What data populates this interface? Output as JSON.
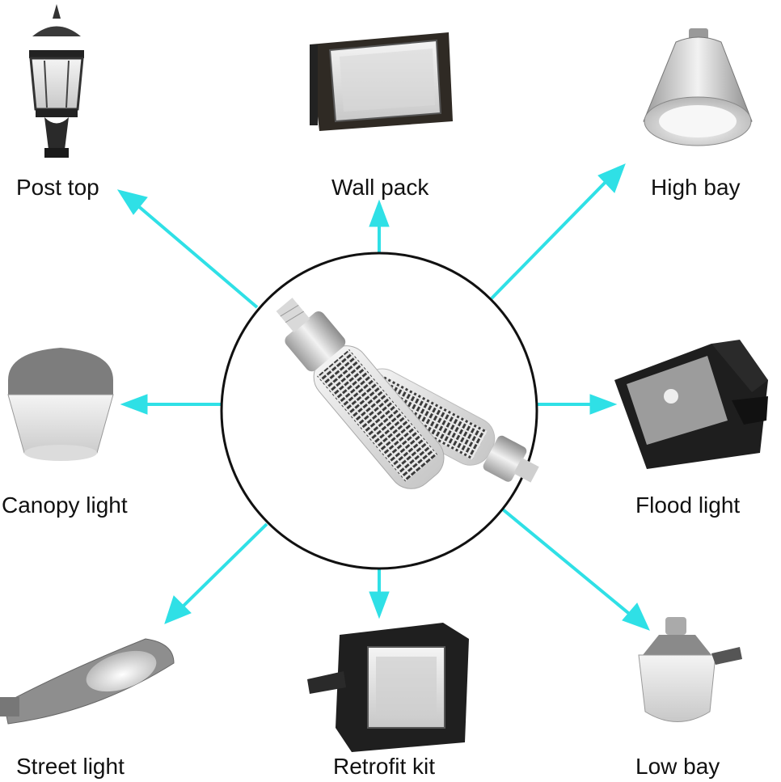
{
  "center": {
    "icon": "led-corn-bulb-pair"
  },
  "arrow_color": "#2fe0e6",
  "fixtures": [
    {
      "label": "Post top",
      "icon": "post-top-lamp"
    },
    {
      "label": "Wall pack",
      "icon": "wall-pack-fixture"
    },
    {
      "label": "High bay",
      "icon": "high-bay-reflector"
    },
    {
      "label": "Canopy light",
      "icon": "canopy-light"
    },
    {
      "label": "Flood light",
      "icon": "flood-light"
    },
    {
      "label": "Street light",
      "icon": "street-light"
    },
    {
      "label": "Retrofit kit",
      "icon": "retrofit-kit"
    },
    {
      "label": "Low bay",
      "icon": "low-bay-fixture"
    }
  ]
}
